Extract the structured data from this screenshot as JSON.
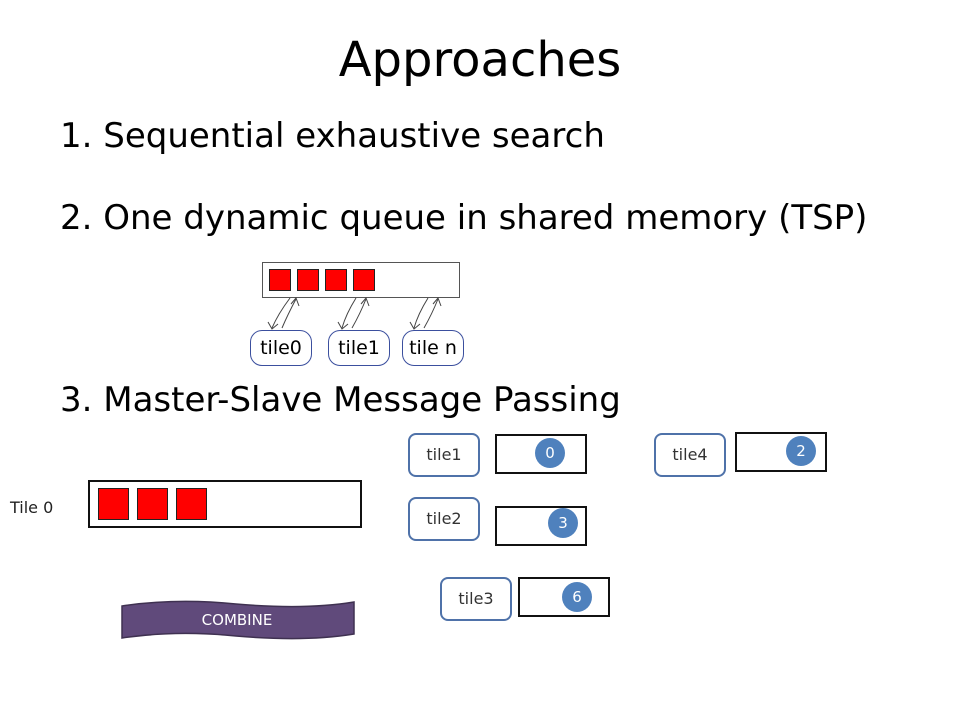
{
  "title": "Approaches",
  "items": [
    "1. Sequential exhaustive search",
    "2. One dynamic queue in shared memory (TSP)",
    "3. Master-Slave Message Passing"
  ],
  "queue_diagram": {
    "tiles": [
      "tile0",
      "tile1",
      "tile n"
    ]
  },
  "master_slave": {
    "master_label": "Tile 0",
    "slaves": [
      {
        "label": "tile1",
        "badge": "0"
      },
      {
        "label": "tile2",
        "badge": "3"
      },
      {
        "label": "tile3",
        "badge": "6"
      },
      {
        "label": "tile4",
        "badge": "2"
      }
    ],
    "combine_label": "COMBINE"
  },
  "colors": {
    "queue_cell": "#ff0000",
    "tile_border": "#4f72a9",
    "badge": "#4f81bd",
    "combine": "#604a7b"
  }
}
